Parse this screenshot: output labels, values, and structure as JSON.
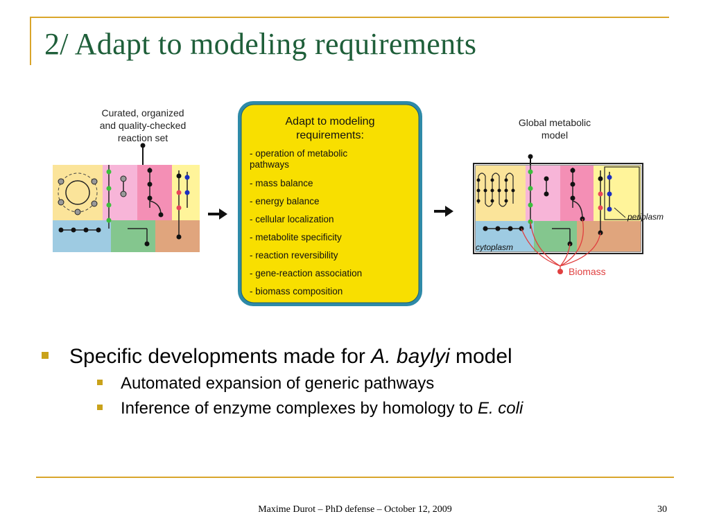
{
  "slide": {
    "title": "2/ Adapt to modeling requirements",
    "footer": "Maxime Durot – PhD defense – October 12, 2009",
    "page_number": "30"
  },
  "figure": {
    "left_caption": [
      "Curated, organized",
      "and quality-checked",
      "reaction set"
    ],
    "center_title": [
      "Adapt to modeling",
      "requirements:"
    ],
    "requirements": [
      [
        "- operation of metabolic",
        "pathways"
      ],
      [
        "- mass balance"
      ],
      [
        "- energy balance"
      ],
      [
        "- cellular localization"
      ],
      [
        "- metabolite specificity"
      ],
      [
        "- reaction reversibility"
      ],
      [
        "- gene-reaction association"
      ],
      [
        "- biomass composition"
      ]
    ],
    "right_caption": [
      "Global metabolic",
      "model"
    ],
    "labels": {
      "periplasm": "periplasm",
      "cytoplasm": "cytoplasm",
      "biomass": "Biomass"
    }
  },
  "bullets": {
    "main": {
      "prefix": "Specific developments made for ",
      "italic": "A. baylyi",
      "suffix": " model"
    },
    "sub": [
      {
        "text": "Automated expansion of generic pathways",
        "italic": ""
      },
      {
        "text": "Inference of enzyme complexes by homology to ",
        "italic": "E. coli"
      }
    ]
  },
  "colors": {
    "title": "#1f5f3a",
    "accent_rule": "#d9a52a",
    "bullet": "#c9a21a",
    "center_box_fill": "#f8df00",
    "center_box_border": "#2e8aa8",
    "biomass": "#e04040"
  }
}
